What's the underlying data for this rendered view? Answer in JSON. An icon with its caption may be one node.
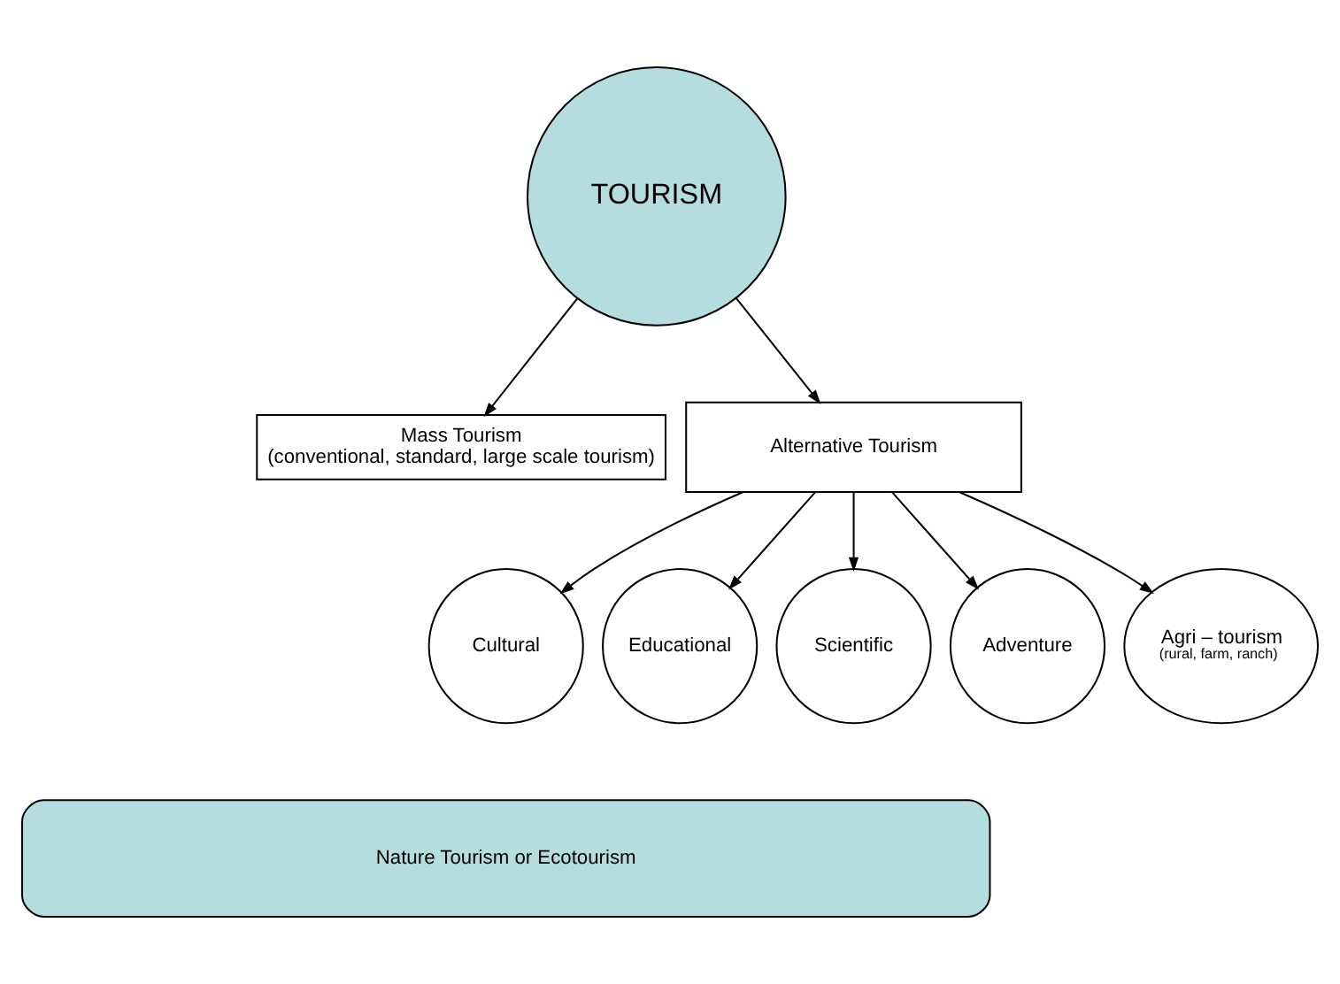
{
  "diagram": {
    "nodes": [
      {
        "text": [
          "TOURISM"
        ]
      },
      {
        "text": [
          "Mass Tourism (conventional, standard, large scale tourism)"
        ]
      },
      {
        "text": [
          "Alternative Tourism"
        ]
      },
      {
        "text": [
          "Cultural"
        ]
      },
      {
        "text": [
          "Educational"
        ]
      },
      {
        "text": [
          "Scientific"
        ]
      },
      {
        "text": [
          "Adventure"
        ]
      },
      {
        "text": [
          "Agri – tourism",
          "(rural, farm, ranch)"
        ]
      },
      {
        "text": [
          "Nature Tourism or Ecotourism"
        ]
      }
    ],
    "edges": [
      {
        "from": 0,
        "to": 1,
        "arrow": "to"
      },
      {
        "from": 0,
        "to": 2,
        "arrow": "to"
      },
      {
        "from": 2,
        "to": 3,
        "arrow": "to"
      },
      {
        "from": 2,
        "to": 4,
        "arrow": "to"
      },
      {
        "from": 2,
        "to": 5,
        "arrow": "to"
      },
      {
        "from": 2,
        "to": 6,
        "arrow": "to"
      },
      {
        "from": 2,
        "to": 7,
        "arrow": "to"
      }
    ]
  }
}
